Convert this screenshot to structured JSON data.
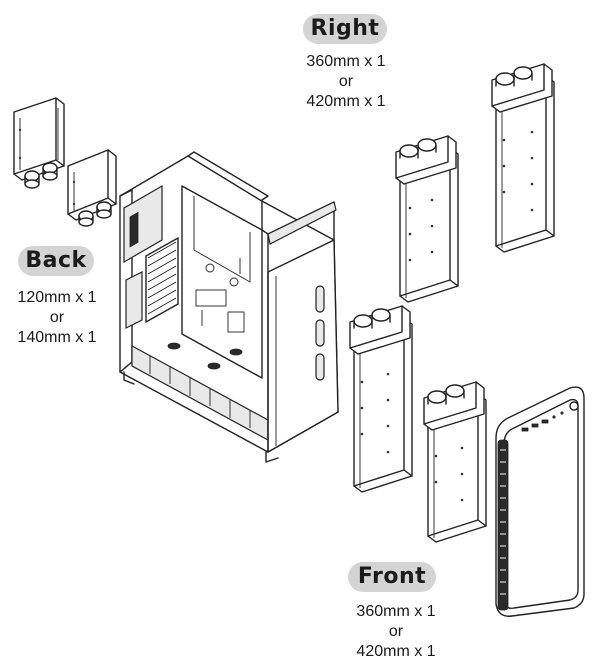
{
  "labels": {
    "right": {
      "title": "Right",
      "line1": "360mm x 1",
      "or": "or",
      "line2": "420mm x 1"
    },
    "back": {
      "title": "Back",
      "line1": "120mm x 1",
      "or": "or",
      "line2": "140mm x 1"
    },
    "front": {
      "title": "Front",
      "line1": "360mm x 1",
      "or": "or",
      "line2": "420mm x 1"
    }
  },
  "colors": {
    "pill_bg": "#d4d4d4",
    "line": "#222222"
  },
  "icons": [
    "back-radiator-120-icon",
    "back-radiator-140-icon",
    "pc-case-icon",
    "right-radiator-360-icon",
    "right-radiator-420-icon",
    "front-radiator-360-icon",
    "front-radiator-420-icon",
    "front-panel-icon"
  ]
}
